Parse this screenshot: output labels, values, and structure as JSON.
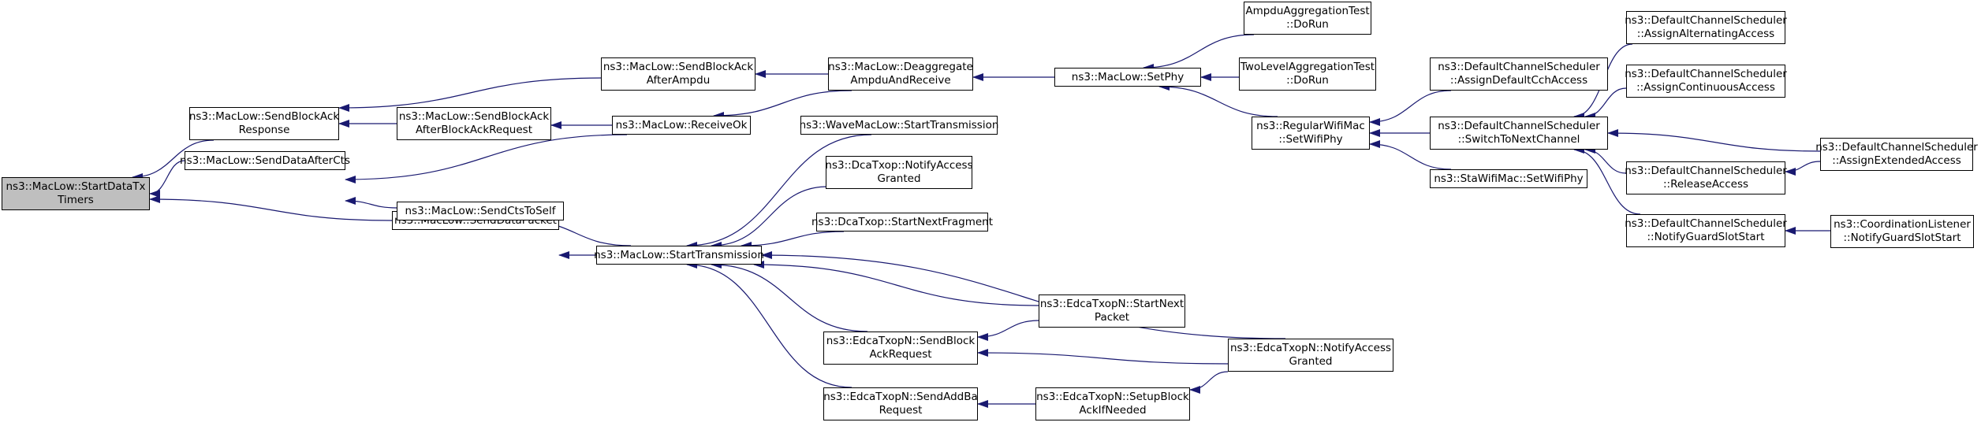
{
  "colors": {
    "edge": "#191970",
    "node_border": "#000000",
    "root_fill": "#bfbfbf",
    "node_fill": "#ffffff"
  },
  "nodes": {
    "root": {
      "lines": [
        "ns3::MacLow::StartDataTx",
        "Timers"
      ]
    },
    "sendBlockAckResponse": {
      "lines": [
        "ns3::MacLow::SendBlockAck",
        "Response"
      ]
    },
    "sendDataAfterCts": {
      "lines": [
        "ns3::MacLow::SendDataAfterCts"
      ]
    },
    "sendDataPacket": {
      "lines": [
        "ns3::MacLow::SendDataPacket"
      ]
    },
    "sendBlockAckAfterAmpdu": {
      "lines": [
        "ns3::MacLow::SendBlockAck",
        "AfterAmpdu"
      ]
    },
    "sendBlockAckAfterBlockAckRequest": {
      "lines": [
        "ns3::MacLow::SendBlockAck",
        "AfterBlockAckRequest"
      ]
    },
    "sendCtsToSelf": {
      "lines": [
        "ns3::MacLow::SendCtsToSelf"
      ]
    },
    "deaggregate": {
      "lines": [
        "ns3::MacLow::Deaggregate",
        "AmpduAndReceive"
      ]
    },
    "receiveOk": {
      "lines": [
        "ns3::MacLow::ReceiveOk"
      ]
    },
    "waveStartTransmission": {
      "lines": [
        "ns3::WaveMacLow::StartTransmission"
      ]
    },
    "dcaNotifyAccessGranted": {
      "lines": [
        "ns3::DcaTxop::NotifyAccess",
        "Granted"
      ]
    },
    "dcaStartNextFragment": {
      "lines": [
        "ns3::DcaTxop::StartNextFragment"
      ]
    },
    "startTransmission": {
      "lines": [
        "ns3::MacLow::StartTransmission"
      ]
    },
    "edcaSendBlockAckRequest": {
      "lines": [
        "ns3::EdcaTxopN::SendBlock",
        "AckRequest"
      ]
    },
    "edcaSendAddBaRequest": {
      "lines": [
        "ns3::EdcaTxopN::SendAddBa",
        "Request"
      ]
    },
    "setPhy": {
      "lines": [
        "ns3::MacLow::SetPhy"
      ]
    },
    "edcaStartNextPacket": {
      "lines": [
        "ns3::EdcaTxopN::StartNext",
        "Packet"
      ]
    },
    "edcaSetupBlockIfNeeded": {
      "lines": [
        "ns3::EdcaTxopN::SetupBlock",
        "AckIfNeeded"
      ]
    },
    "ampduAggregationTest": {
      "lines": [
        "AmpduAggregationTest",
        "::DoRun"
      ]
    },
    "twoLevelAggregationTest": {
      "lines": [
        "TwoLevelAggregationTest",
        "::DoRun"
      ]
    },
    "regularSetWifiPhy": {
      "lines": [
        "ns3::RegularWifiMac",
        "::SetWifiPhy"
      ]
    },
    "edcaNotifyAccessGranted": {
      "lines": [
        "ns3::EdcaTxopN::NotifyAccess",
        "Granted"
      ]
    },
    "assignDefaultCchAccess": {
      "lines": [
        "ns3::DefaultChannelScheduler",
        "::AssignDefaultCchAccess"
      ]
    },
    "switchToNextChannel": {
      "lines": [
        "ns3::DefaultChannelScheduler",
        "::SwitchToNextChannel"
      ]
    },
    "staSetWifiPhy": {
      "lines": [
        "ns3::StaWifiMac::SetWifiPhy"
      ]
    },
    "assignAlternatingAccess": {
      "lines": [
        "ns3::DefaultChannelScheduler",
        "::AssignAlternatingAccess"
      ]
    },
    "assignContinuousAccess": {
      "lines": [
        "ns3::DefaultChannelScheduler",
        "::AssignContinuousAccess"
      ]
    },
    "releaseAccess": {
      "lines": [
        "ns3::DefaultChannelScheduler",
        "::ReleaseAccess"
      ]
    },
    "notifyGuardSlotStart": {
      "lines": [
        "ns3::DefaultChannelScheduler",
        "::NotifyGuardSlotStart"
      ]
    },
    "assignExtendedAccess": {
      "lines": [
        "ns3::DefaultChannelScheduler",
        "::AssignExtendedAccess"
      ]
    },
    "coordinationNotifyGuardSlotStart": {
      "lines": [
        "ns3::CoordinationListener",
        "::NotifyGuardSlotStart"
      ]
    }
  }
}
